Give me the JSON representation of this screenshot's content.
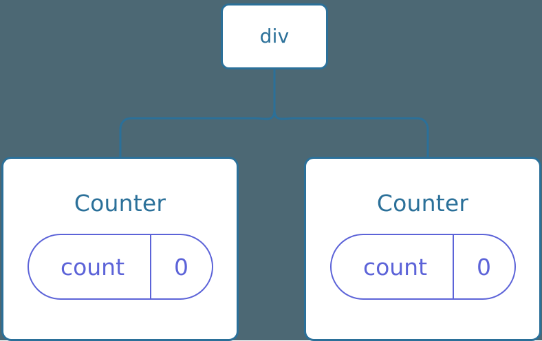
{
  "diagram": {
    "type": "component-tree",
    "background_color": "#4c6874",
    "node_border_color": "#2b7099",
    "node_text_color": "#2b7099",
    "state_badge_color": "#5c63d8",
    "edge_color": "#2b7099",
    "root": {
      "label": "div"
    },
    "children": [
      {
        "label": "Counter",
        "state": {
          "key": "count",
          "value": "0"
        }
      },
      {
        "label": "Counter",
        "state": {
          "key": "count",
          "value": "0"
        }
      }
    ]
  }
}
